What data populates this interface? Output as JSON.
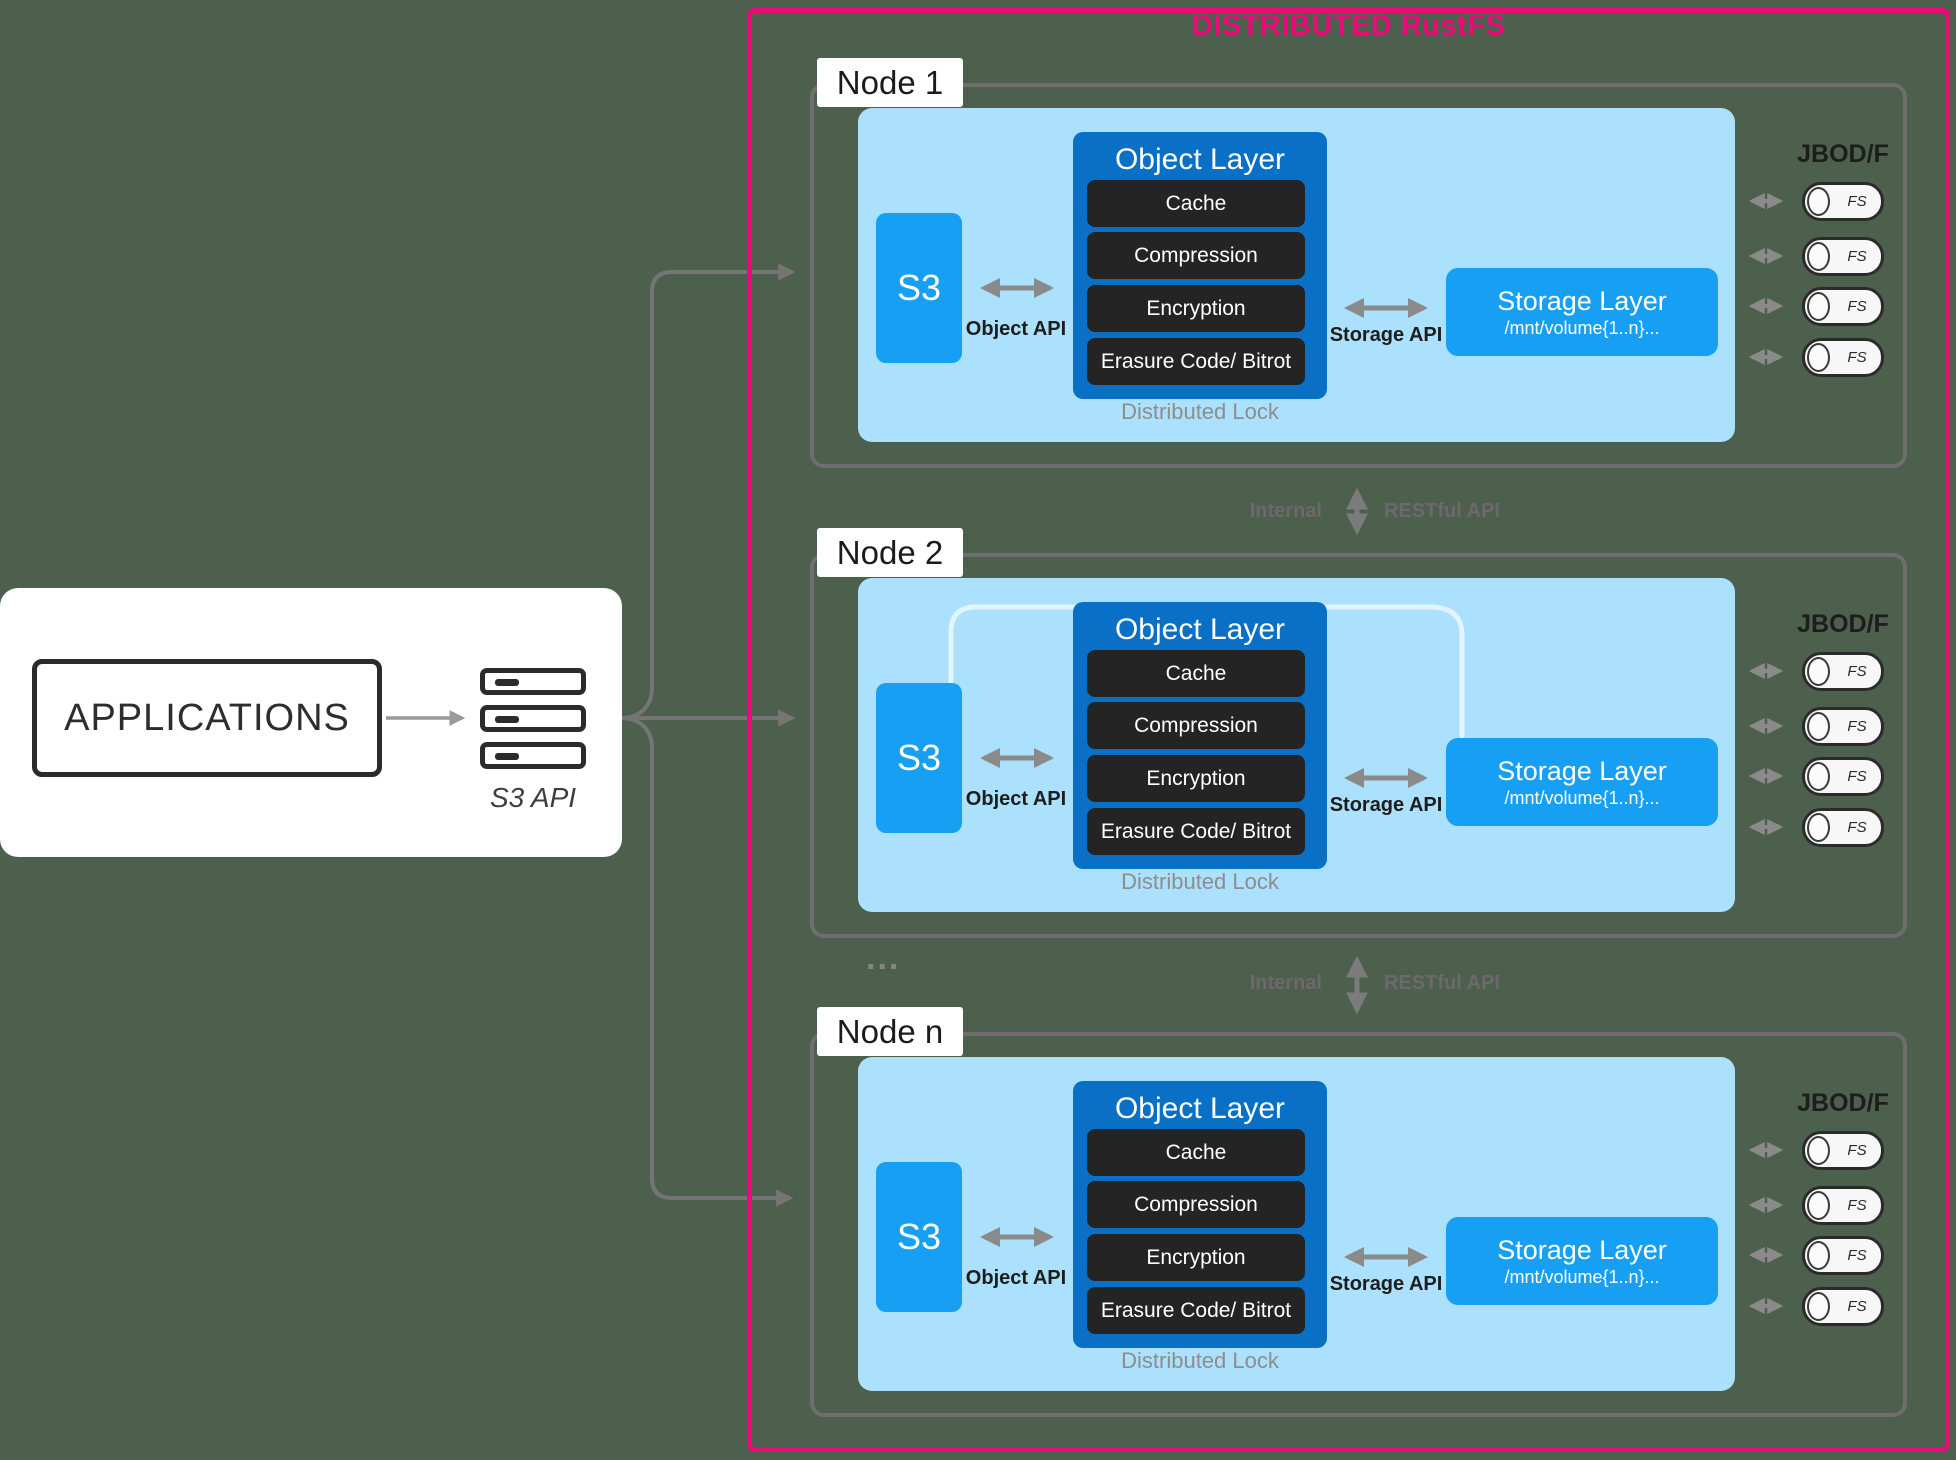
{
  "title": "DISTRIBUTED RustFS",
  "applications": {
    "label": "APPLICATIONS",
    "api_label": "S3 API"
  },
  "ellipsis": "...",
  "nodes": [
    {
      "label": "Node 1",
      "s3": "S3",
      "object_layer": {
        "title": "Object Layer",
        "components": [
          "Cache",
          "Compression",
          "Encryption",
          "Erasure Code/ Bitrot"
        ]
      },
      "object_api": "Object API",
      "storage_api": "Storage API",
      "storage_layer": {
        "title": "Storage Layer",
        "path": "/mnt/volume{1..n}..."
      },
      "lock": "Distributed Lock",
      "jbod": "JBOD/F",
      "disks": [
        "FS",
        "FS",
        "FS",
        "FS"
      ]
    },
    {
      "label": "Node 2",
      "s3": "S3",
      "object_layer": {
        "title": "Object Layer",
        "components": [
          "Cache",
          "Compression",
          "Encryption",
          "Erasure Code/ Bitrot"
        ]
      },
      "object_api": "Object API",
      "storage_api": "Storage API",
      "storage_layer": {
        "title": "Storage Layer",
        "path": "/mnt/volume{1..n}..."
      },
      "lock": "Distributed Lock",
      "jbod": "JBOD/F",
      "disks": [
        "FS",
        "FS",
        "FS",
        "FS"
      ]
    },
    {
      "label": "Node n",
      "s3": "S3",
      "object_layer": {
        "title": "Object Layer",
        "components": [
          "Cache",
          "Compression",
          "Encryption",
          "Erasure Code/ Bitrot"
        ]
      },
      "object_api": "Object API",
      "storage_api": "Storage API",
      "storage_layer": {
        "title": "Storage Layer",
        "path": "/mnt/volume{1..n}..."
      },
      "lock": "Distributed Lock",
      "jbod": "JBOD/F",
      "disks": [
        "FS",
        "FS",
        "FS",
        "FS"
      ]
    }
  ],
  "gaps": [
    {
      "internal": "Internal",
      "restful": "RESTful API"
    },
    {
      "internal": "Internal",
      "restful": "RESTful API"
    }
  ],
  "colors": {
    "background": "#4D604D",
    "accent_magenta": "#EB0A77",
    "node_fill": "#ABE1FC",
    "s3_blue": "#17A0F3",
    "object_layer_blue": "#0A70C6",
    "component_dark": "#242424",
    "arrow_gray": "#8A8A8A"
  }
}
